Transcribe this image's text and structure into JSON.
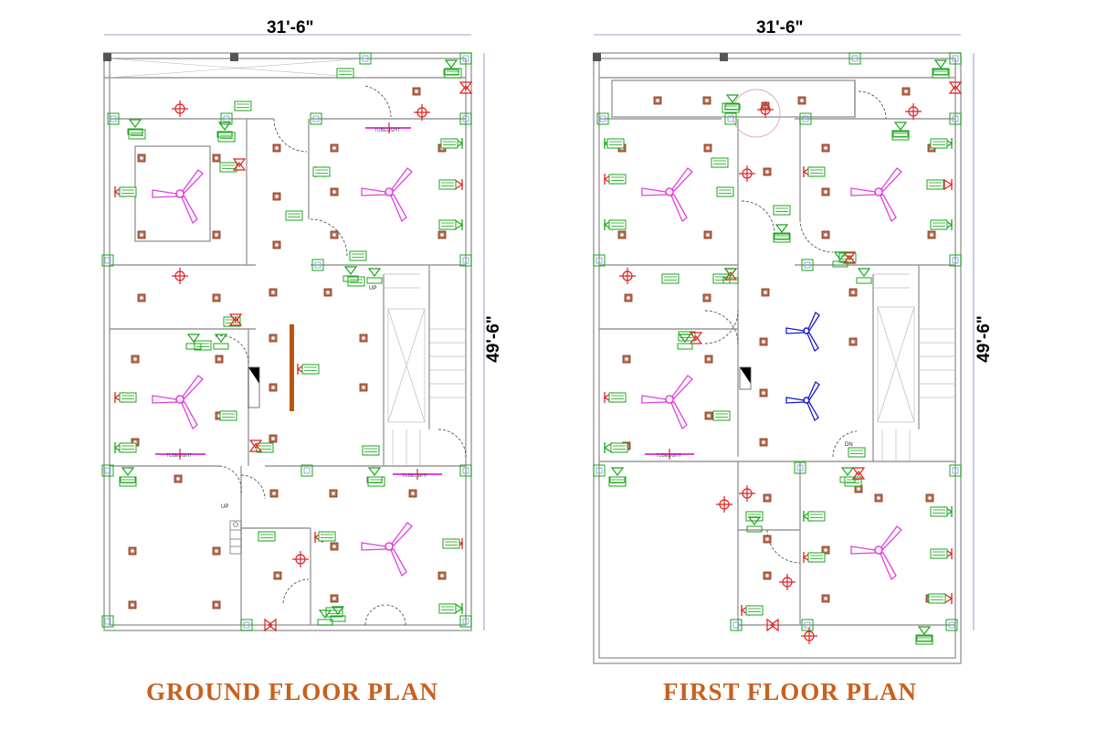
{
  "ground_floor": {
    "title": "GROUND FLOOR PLAN",
    "width_dim": "31'-6\"",
    "height_dim": "49'-6\"",
    "labels": {
      "up_stair": "UP",
      "up_small": "UP",
      "tubelight_1": "TUBELIGHT",
      "tubelight_2": "TUBELIGHT",
      "tubelight_3": "TUBELIGHT"
    }
  },
  "first_floor": {
    "title": "FIRST FLOOR PLAN",
    "width_dim": "31'-6\"",
    "height_dim": "49'-6\"",
    "labels": {
      "dn_stair": "DN",
      "tubelight_1": "TUBELIGHT"
    }
  },
  "colors": {
    "title": "#c8601e",
    "fan_pink": "#e040e0",
    "fan_blue": "#1a1ad0",
    "fixture_red": "#e02020",
    "switch_green": "#1aa51a",
    "light_point": "#b06040",
    "beam_brown": "#b8560f",
    "wall": "#999999"
  },
  "icons": [
    "ceiling-fan-icon",
    "light-point-icon",
    "wall-light-icon",
    "switchboard-icon",
    "exhaust-fan-icon",
    "bulb-icon",
    "tubelight-icon"
  ]
}
